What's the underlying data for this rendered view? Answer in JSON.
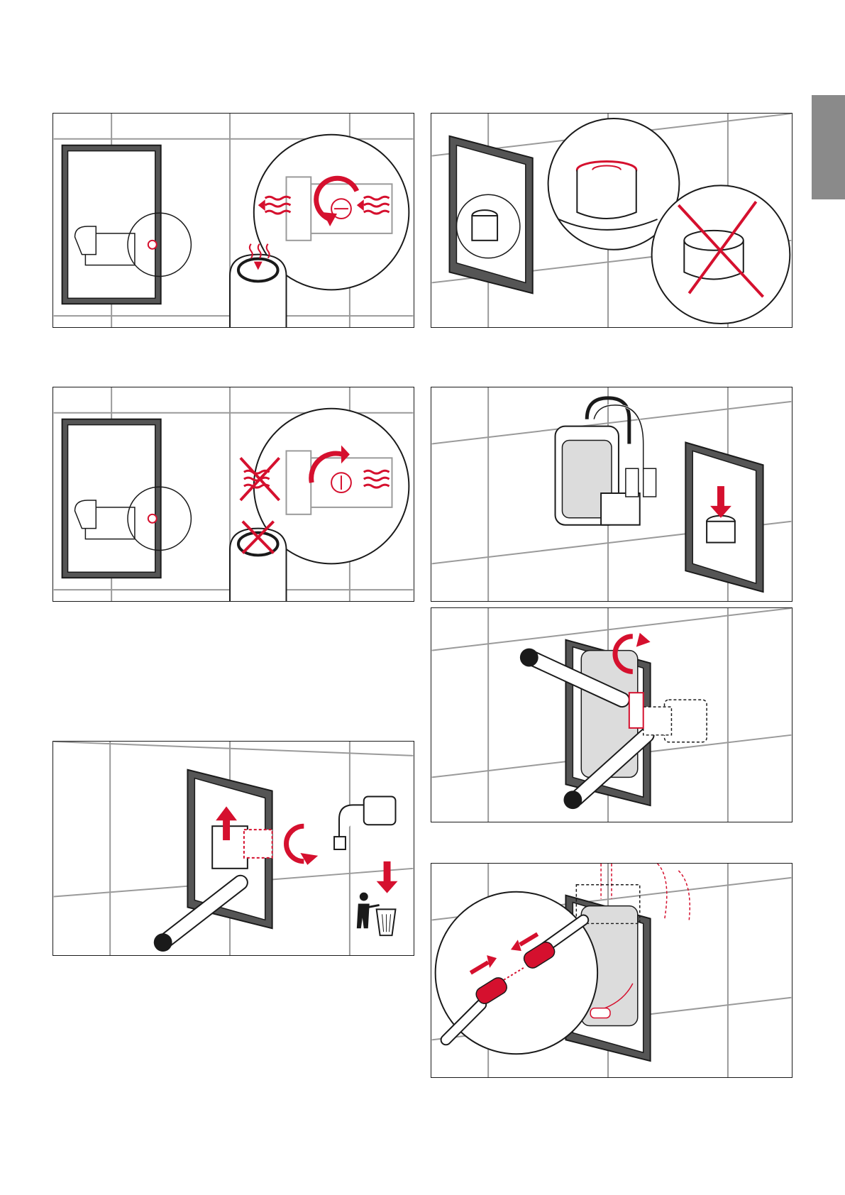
{
  "colors": {
    "accent": "#d5102e",
    "ink": "#1a1a1a",
    "tile_grout": "#9a9a9a",
    "side_tab": "#8a8a8a"
  },
  "panels": [
    {
      "id": "p1",
      "scene": "box-with-valve-open-detail",
      "icons": [
        "hot-water-icon",
        "rotate-arrow-icon",
        "urinal-icon"
      ]
    },
    {
      "id": "p2",
      "scene": "strainer-check",
      "icons": [
        "cross-icon"
      ]
    },
    {
      "id": "p3",
      "scene": "box-with-valve-close-detail",
      "icons": [
        "rotate-arrow-icon",
        "cross-icon",
        "urinal-icon"
      ]
    },
    {
      "id": "p4",
      "scene": "insert-solenoid-unit",
      "icons": [
        "down-arrow-icon"
      ]
    },
    {
      "id": "p5",
      "scene": "tighten-with-two-wrenches",
      "icons": [
        "wrench-icon",
        "rotate-arrow-icon"
      ]
    },
    {
      "id": "p6",
      "scene": "remove-elbow-and-discard",
      "icons": [
        "wrench-icon",
        "up-arrow-icon",
        "rotate-arrow-icon",
        "trash-icon"
      ]
    },
    {
      "id": "p7",
      "scene": "connect-cable-plugs",
      "icons": [
        "plug-icon",
        "arrow-icon"
      ]
    }
  ]
}
